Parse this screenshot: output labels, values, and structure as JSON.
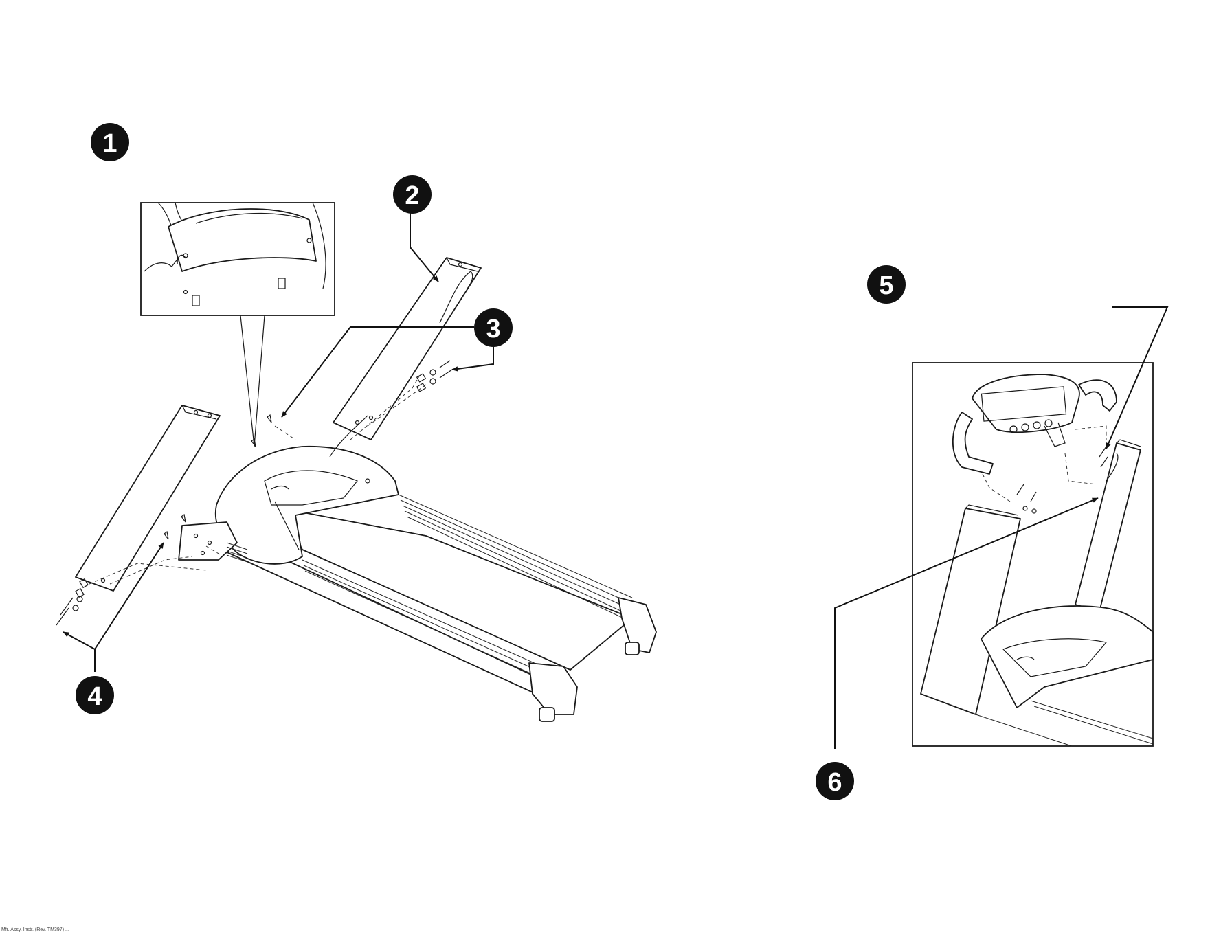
{
  "callouts": [
    {
      "id": "step-1",
      "label": "1"
    },
    {
      "id": "step-2",
      "label": "2"
    },
    {
      "id": "step-3",
      "label": "3"
    },
    {
      "id": "step-4",
      "label": "4"
    },
    {
      "id": "step-5",
      "label": "5"
    },
    {
      "id": "step-6",
      "label": "6"
    }
  ],
  "footer_text": "Mfr. Assy. Instr. (Rev. TM397) ..."
}
